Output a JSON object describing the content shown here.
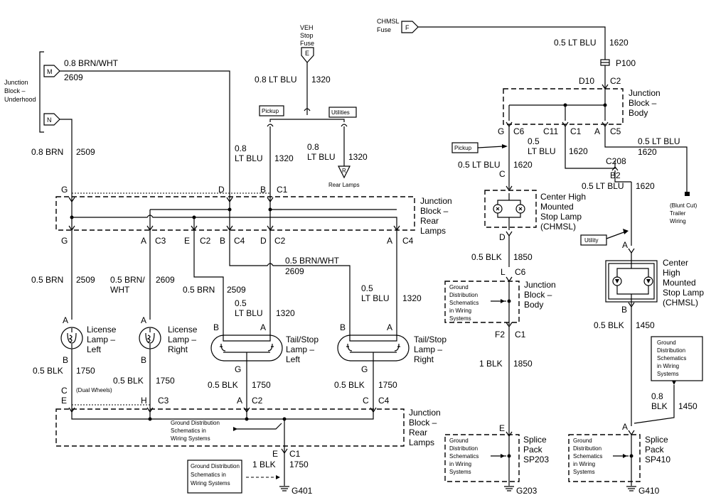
{
  "fuses": {
    "veh_stop": {
      "label_lines": [
        "VEH",
        "Stop",
        "Fuse"
      ],
      "letter": "E"
    },
    "chmsl": {
      "label_lines": [
        "CHMSL",
        "Fuse"
      ],
      "letter": "F"
    }
  },
  "junction_block_underhood": {
    "label_lines": [
      "Junction",
      "Block –",
      "Underhood"
    ],
    "pin_m": "M",
    "pin_n": "N"
  },
  "wires": {
    "brn_wht_top": {
      "gauge": "0.8 BRN/WHT",
      "circuit": "2609"
    },
    "brn_left": {
      "gauge": "0.8 BRN",
      "circuit": "2509"
    },
    "lt_blu_stop": {
      "gauge": "0.8 LT BLU",
      "circuit": "1320"
    },
    "lt_blu_pickup": {
      "gauge_lines": [
        "0.8",
        "LT BLU"
      ],
      "circuit": "1320"
    },
    "lt_blu_utilities": {
      "gauge_lines": [
        "0.8",
        "LT BLU"
      ],
      "circuit": "1320"
    },
    "brn_lic_left": {
      "gauge": "0.5 BRN",
      "circuit": "2509"
    },
    "brn_wht_lic_right": {
      "gauge_lines": [
        "0.5 BRN/",
        "WHT"
      ],
      "circuit": "2609"
    },
    "brn_tail_left": {
      "gauge": "0.5 BRN",
      "circuit": "2509"
    },
    "lt_blu_tail_left": {
      "gauge_lines": [
        "0.5",
        "LT BLU"
      ],
      "circuit": "1320"
    },
    "brn_wht_tail_right": {
      "gauge": "0.5 BRN/WHT",
      "circuit": "2609"
    },
    "lt_blu_tail_right": {
      "gauge_lines": [
        "0.5",
        "LT BLU"
      ],
      "circuit": "1320"
    },
    "blk_lic_left": {
      "gauge": "0.5 BLK",
      "circuit": "1750"
    },
    "blk_lic_right": {
      "gauge": "0.5 BLK",
      "circuit": "1750"
    },
    "blk_tail_left": {
      "gauge": "0.5 BLK",
      "circuit": "1750"
    },
    "blk_tail_right": {
      "gauge": "0.5 BLK",
      "circuit": "1750"
    },
    "blk_g401": {
      "gauge": "1 BLK",
      "circuit": "1750"
    },
    "chmsl_feed": {
      "gauge": "0.5 LT BLU",
      "circuit": "1620"
    },
    "pickup_chmsl_feed": {
      "gauge": "0.5 LT BLU",
      "circuit": "1620"
    },
    "c11_feed": {
      "gauge_lines": [
        "0.5",
        "LT BLU"
      ],
      "circuit": "1620"
    },
    "trailer_feed": {
      "gauge": "0.5 LT BLU",
      "circuit": "1620"
    },
    "utility_chmsl_feed": {
      "gauge": "0.5 LT BLU",
      "circuit": "1620"
    },
    "blk_pickup_chmsl": {
      "gauge": "0.5 BLK",
      "circuit": "1850"
    },
    "blk_body_splice": {
      "gauge": "1 BLK",
      "circuit": "1850"
    },
    "blk_utility_chmsl": {
      "gauge": "0.5 BLK",
      "circuit": "1450"
    },
    "blk_sp410": {
      "gauge_lines": [
        "0.8",
        "BLK"
      ],
      "circuit": "1450"
    }
  },
  "options": {
    "pickup": "Pickup",
    "utilities": "Utilities",
    "utility": "Utility",
    "dual_wheels": "(Dual Wheels)"
  },
  "rear_lamps_ref": "Rear Lamps",
  "junction_block_rear_top": {
    "label_lines": [
      "Junction",
      "Block –",
      "Rear",
      "Lamps"
    ],
    "pins_top": [
      {
        "pin": "G",
        "conn": ""
      },
      {
        "pin": "D",
        "conn": ""
      },
      {
        "pin": "B",
        "conn": "C1"
      }
    ],
    "pins_bottom": [
      {
        "pin": "G",
        "conn": ""
      },
      {
        "pin": "A",
        "conn": "C3"
      },
      {
        "pin": "E",
        "conn": "C2"
      },
      {
        "pin": "B",
        "conn": "C4"
      },
      {
        "pin": "D",
        "conn": "C2"
      },
      {
        "pin": "A",
        "conn": "C4"
      }
    ]
  },
  "junction_block_rear_bottom": {
    "label_lines": [
      "Junction",
      "Block –",
      "Rear",
      "Lamps"
    ],
    "pins_top": [
      {
        "pin": "C",
        "conn": ""
      },
      {
        "pin": "E",
        "conn": ""
      },
      {
        "pin": "H",
        "conn": "C3"
      },
      {
        "pin": "A",
        "conn": "C2"
      },
      {
        "pin": "C",
        "conn": "C4"
      }
    ],
    "pin_bottom": {
      "pin": "E",
      "conn": "C1"
    },
    "gd_note_lines": [
      "Ground Distribution",
      "Schematics in",
      "Wiring Systems"
    ]
  },
  "lamps": {
    "license_left": {
      "label_lines": [
        "License",
        "Lamp –",
        "Left"
      ],
      "pin_top": "A",
      "pin_bottom": "B"
    },
    "license_right": {
      "label_lines": [
        "License",
        "Lamp –",
        "Right"
      ],
      "pin_top": "A",
      "pin_bottom": "B"
    },
    "tail_left": {
      "label_lines": [
        "Tail/Stop",
        "Lamp –",
        "Left"
      ],
      "pin_b": "B",
      "pin_a": "A",
      "pin_g": "G"
    },
    "tail_right": {
      "label_lines": [
        "Tail/Stop",
        "Lamp –",
        "Right"
      ],
      "pin_b": "B",
      "pin_a": "A",
      "pin_g": "G"
    },
    "chmsl_pickup": {
      "label_lines": [
        "Center High",
        "Mounted",
        "Stop Lamp",
        "(CHMSL)"
      ],
      "pin_c": "C",
      "pin_d": "D"
    },
    "chmsl_utility": {
      "label_lines": [
        "Center",
        "High",
        "Mounted",
        "Stop Lamp",
        "(CHMSL)"
      ],
      "pin_a": "A",
      "pin_b": "B"
    }
  },
  "grounds": {
    "g401": {
      "name": "G401",
      "note_lines": [
        "Ground Distribution",
        "Schematics in",
        "Wiring Systems"
      ]
    },
    "g203": {
      "name": "G203"
    },
    "g410": {
      "name": "G410"
    }
  },
  "connector_p100": "P100",
  "junction_block_body_top": {
    "label_lines": [
      "Junction",
      "Block –",
      "Body"
    ],
    "pins": [
      {
        "pin": "D10",
        "conn": "C2"
      },
      {
        "pin": "G",
        "conn": "C6"
      },
      {
        "pin": "C11",
        "conn": "C1"
      },
      {
        "pin": "A",
        "conn": "C5"
      }
    ]
  },
  "connector_c208": {
    "name": "C208",
    "pin": "B2"
  },
  "trailer_wiring": {
    "label_lines": [
      "(Blunt Cut)",
      "Trailer",
      "Wiring"
    ]
  },
  "junction_block_body_mid": {
    "label_lines": [
      "Junction",
      "Block –",
      "Body"
    ],
    "pin_top": {
      "pin": "L",
      "conn": "C6"
    },
    "pin_bottom": {
      "pin": "F2",
      "conn": "C1"
    },
    "gd_note_lines": [
      "Ground",
      "Distribution",
      "Schematics",
      "in Wiring",
      "Systems"
    ]
  },
  "splice_sp203": {
    "label_lines": [
      "Splice",
      "Pack",
      "SP203"
    ],
    "pin": "E",
    "gd_note_lines": [
      "Ground",
      "Distribution",
      "Schematics",
      "in Wiring",
      "Systems"
    ]
  },
  "splice_sp410": {
    "label_lines": [
      "Splice",
      "Pack",
      "SP410"
    ],
    "pin": "A",
    "gd_note_lines": [
      "Ground",
      "Distribution",
      "Schematics",
      "in Wiring",
      "Systems"
    ]
  },
  "gd_ref_sp410": {
    "note_lines": [
      "Ground",
      "Distribution",
      "Schematics",
      "in Wiring",
      "Systems"
    ]
  }
}
